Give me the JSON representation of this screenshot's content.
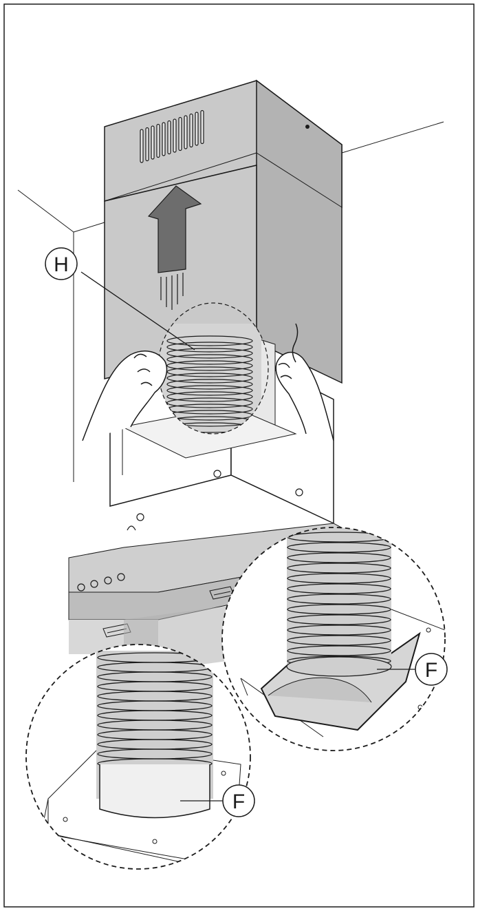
{
  "callouts": {
    "h": "H",
    "f_right": "F",
    "f_left": "F"
  },
  "colors": {
    "hood_light": "#c7c7c7",
    "hood_dark": "#a6a6a6",
    "arrow": "#6d6d6d",
    "line": "#1a1a1a",
    "background": "#ffffff"
  }
}
